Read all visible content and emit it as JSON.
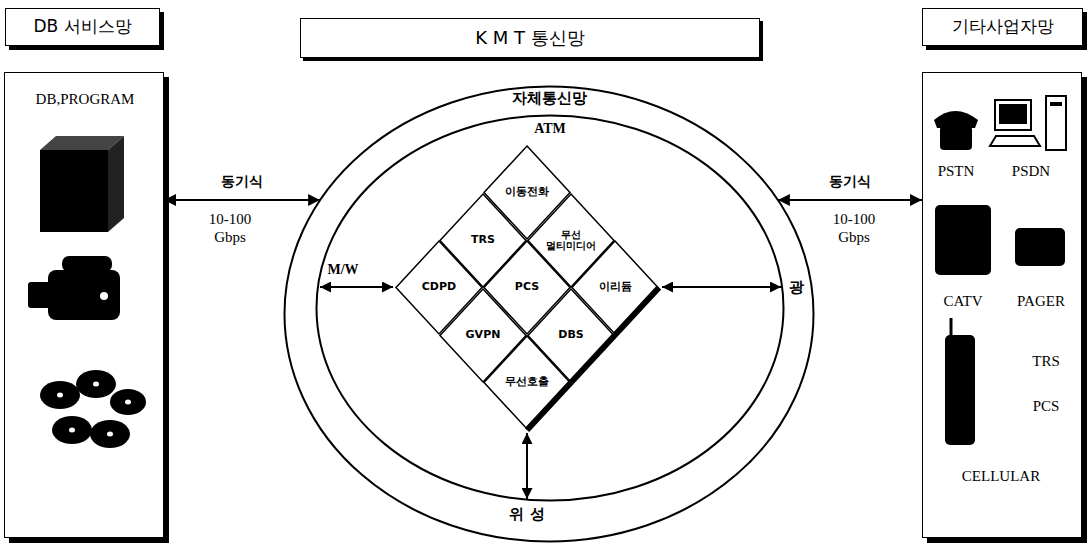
{
  "diagram": {
    "nodes": [
      {
        "text": [
          "DB 서비스망"
        ]
      },
      {
        "text": [
          "K M T 통신망"
        ]
      },
      {
        "text": [
          "기타사업자망"
        ]
      },
      {
        "text": [
          "DB,PROGRAM"
        ]
      },
      {
        "text": [
          "자체통신망"
        ]
      },
      {
        "text": [
          "ATM"
        ],
        "in": 4
      },
      {
        "text": [
          "이동전화"
        ],
        "in": 5
      },
      {
        "text": [
          "TRS"
        ],
        "in": 5
      },
      {
        "text": [
          "무선 멀티미디어"
        ],
        "in": 5
      },
      {
        "text": [
          "CDPD"
        ],
        "in": 5
      },
      {
        "text": [
          "PCS"
        ],
        "in": 5
      },
      {
        "text": [
          "이리듐"
        ],
        "in": 5
      },
      {
        "text": [
          "GVPN"
        ],
        "in": 5
      },
      {
        "text": [
          "DBS"
        ],
        "in": 5
      },
      {
        "text": [
          "무선호출"
        ],
        "in": 5
      },
      {
        "text": [
          "PSTN",
          "PSDN",
          "CATV",
          "PAGER",
          "TRS",
          "PCS",
          "CELLULAR"
        ]
      }
    ],
    "edges": [
      {
        "from": 3,
        "to": 4,
        "arrow": "both",
        "label": "동기식"
      },
      {
        "from": 4,
        "to": 15,
        "arrow": "both",
        "label": "동기식"
      }
    ],
    "labels": [
      "M/W",
      "광",
      "위 성",
      "10-100 Gbps",
      "10-100 Gbps"
    ]
  }
}
